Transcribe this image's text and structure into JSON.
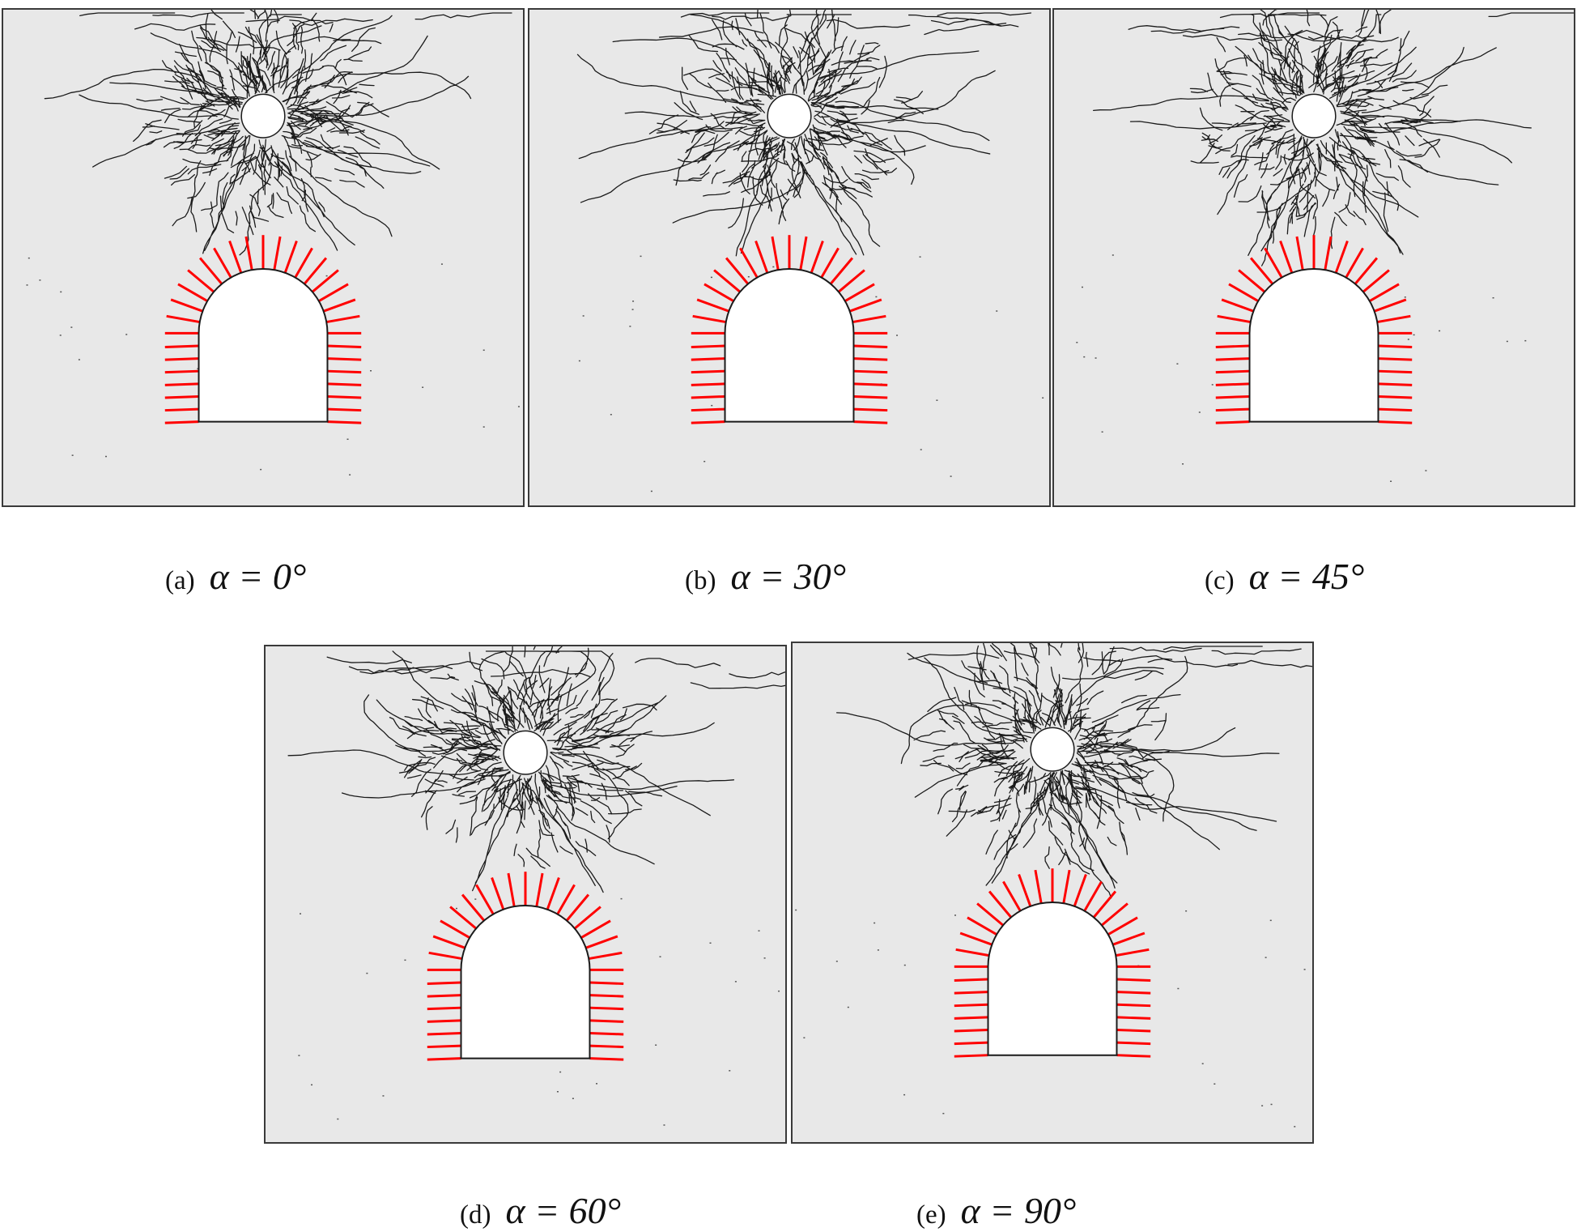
{
  "figure": {
    "colors": {
      "background": "#e8e8e8",
      "crack": "#1a1a1a",
      "bolt": "#ff0000",
      "border": "#3a3a3a",
      "opening": "#ffffff"
    },
    "panels": [
      {
        "id": "a",
        "tag": "(a)",
        "label": "α = 0°",
        "angle_deg": 0
      },
      {
        "id": "b",
        "tag": "(b)",
        "label": "α = 30°",
        "angle_deg": 30
      },
      {
        "id": "c",
        "tag": "(c)",
        "label": "α = 45°",
        "angle_deg": 45
      },
      {
        "id": "d",
        "tag": "(d)",
        "label": "α = 60°",
        "angle_deg": 60
      },
      {
        "id": "e",
        "tag": "(e)",
        "label": "α = 90°",
        "angle_deg": 90
      }
    ]
  }
}
